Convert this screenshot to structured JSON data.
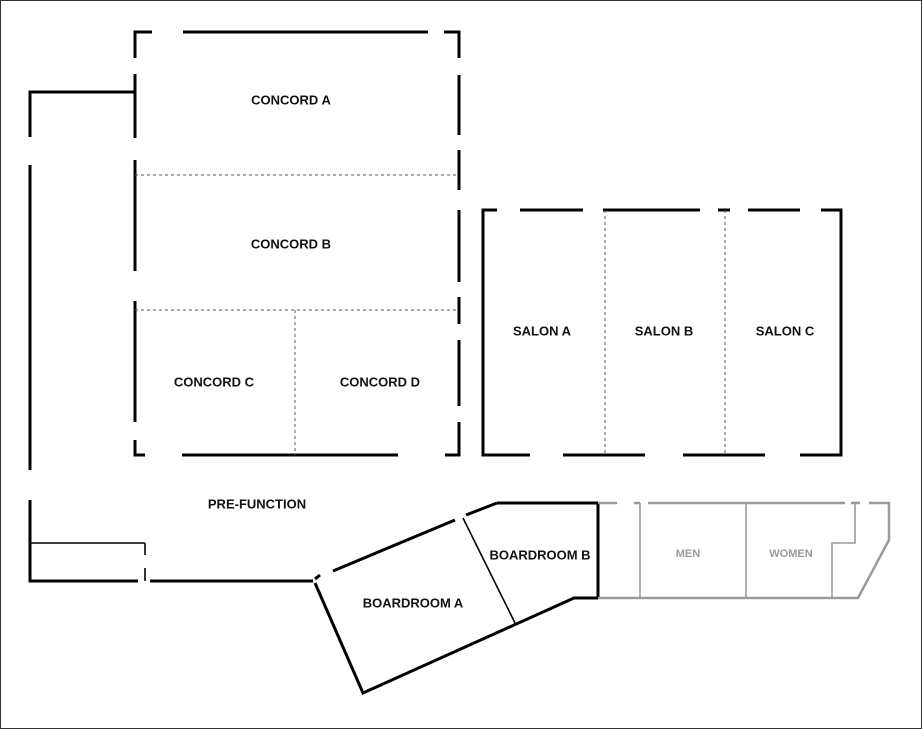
{
  "rooms": {
    "concord_a": "CONCORD A",
    "concord_b": "CONCORD B",
    "concord_c": "CONCORD C",
    "concord_d": "CONCORD D",
    "salon_a": "SALON A",
    "salon_b": "SALON B",
    "salon_c": "SALON C",
    "pre_function": "PRE-FUNCTION",
    "boardroom_a": "BOARDROOM A",
    "boardroom_b": "BOARDROOM B",
    "men": "MEN",
    "women": "WOMEN"
  },
  "colors": {
    "walls": "#000000",
    "restroom_walls": "#9a9a9a",
    "background": "#ffffff"
  }
}
